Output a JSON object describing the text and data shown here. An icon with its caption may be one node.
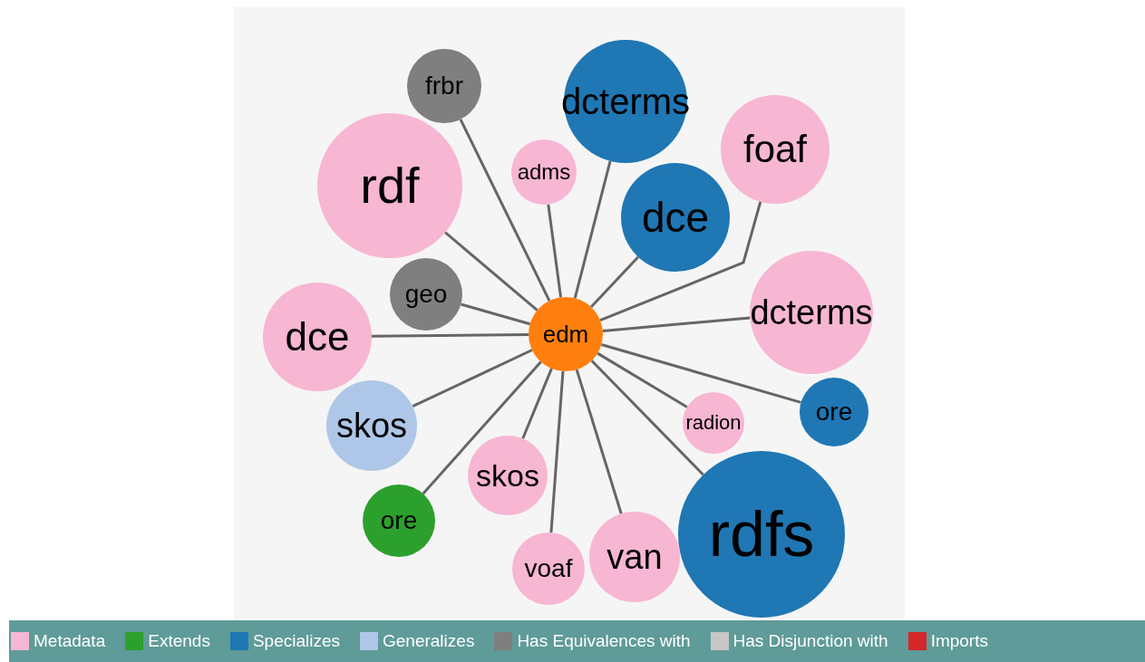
{
  "diagram": {
    "nodes": [
      {
        "text": [
          "edm"
        ]
      },
      {
        "text": [
          "rdf"
        ]
      },
      {
        "text": [
          "frbr"
        ]
      },
      {
        "text": [
          "adms"
        ]
      },
      {
        "text": [
          "dcterms"
        ]
      },
      {
        "text": [
          "foaf"
        ]
      },
      {
        "text": [
          "dce"
        ]
      },
      {
        "text": [
          "dcterms"
        ]
      },
      {
        "text": [
          "geo"
        ]
      },
      {
        "text": [
          "dce"
        ]
      },
      {
        "text": [
          "radion"
        ]
      },
      {
        "text": [
          "ore"
        ]
      },
      {
        "text": [
          "skos"
        ]
      },
      {
        "text": [
          "rdfs"
        ]
      },
      {
        "text": [
          "skos"
        ]
      },
      {
        "text": [
          "ore"
        ]
      },
      {
        "text": [
          "voaf"
        ]
      },
      {
        "text": [
          "van"
        ]
      }
    ],
    "edges": [
      {
        "from": 0,
        "to": 1,
        "arrow": "none"
      },
      {
        "from": 0,
        "to": 2,
        "arrow": "none"
      },
      {
        "from": 0,
        "to": 3,
        "arrow": "none"
      },
      {
        "from": 0,
        "to": 4,
        "arrow": "none"
      },
      {
        "from": 0,
        "to": 5,
        "arrow": "none"
      },
      {
        "from": 0,
        "to": 6,
        "arrow": "none"
      },
      {
        "from": 0,
        "to": 7,
        "arrow": "none"
      },
      {
        "from": 0,
        "to": 8,
        "arrow": "none"
      },
      {
        "from": 0,
        "to": 9,
        "arrow": "none"
      },
      {
        "from": 0,
        "to": 10,
        "arrow": "none"
      },
      {
        "from": 0,
        "to": 11,
        "arrow": "none"
      },
      {
        "from": 0,
        "to": 12,
        "arrow": "none"
      },
      {
        "from": 0,
        "to": 13,
        "arrow": "none"
      },
      {
        "from": 0,
        "to": 14,
        "arrow": "none"
      },
      {
        "from": 0,
        "to": 15,
        "arrow": "none"
      },
      {
        "from": 0,
        "to": 16,
        "arrow": "none"
      },
      {
        "from": 0,
        "to": 17,
        "arrow": "none"
      }
    ],
    "legend": [
      {
        "text": "Metadata",
        "color": "#f7b6d2"
      },
      {
        "text": "Extends",
        "color": "#2ca02c"
      },
      {
        "text": "Specializes",
        "color": "#1f77b4"
      },
      {
        "text": "Generalizes",
        "color": "#aec7e8"
      },
      {
        "text": "Has Equivalences with",
        "color": "#7f7f7f"
      },
      {
        "text": "Has Disjunction with",
        "color": "#c7c7c7"
      },
      {
        "text": "Imports",
        "color": "#d62728"
      }
    ]
  }
}
